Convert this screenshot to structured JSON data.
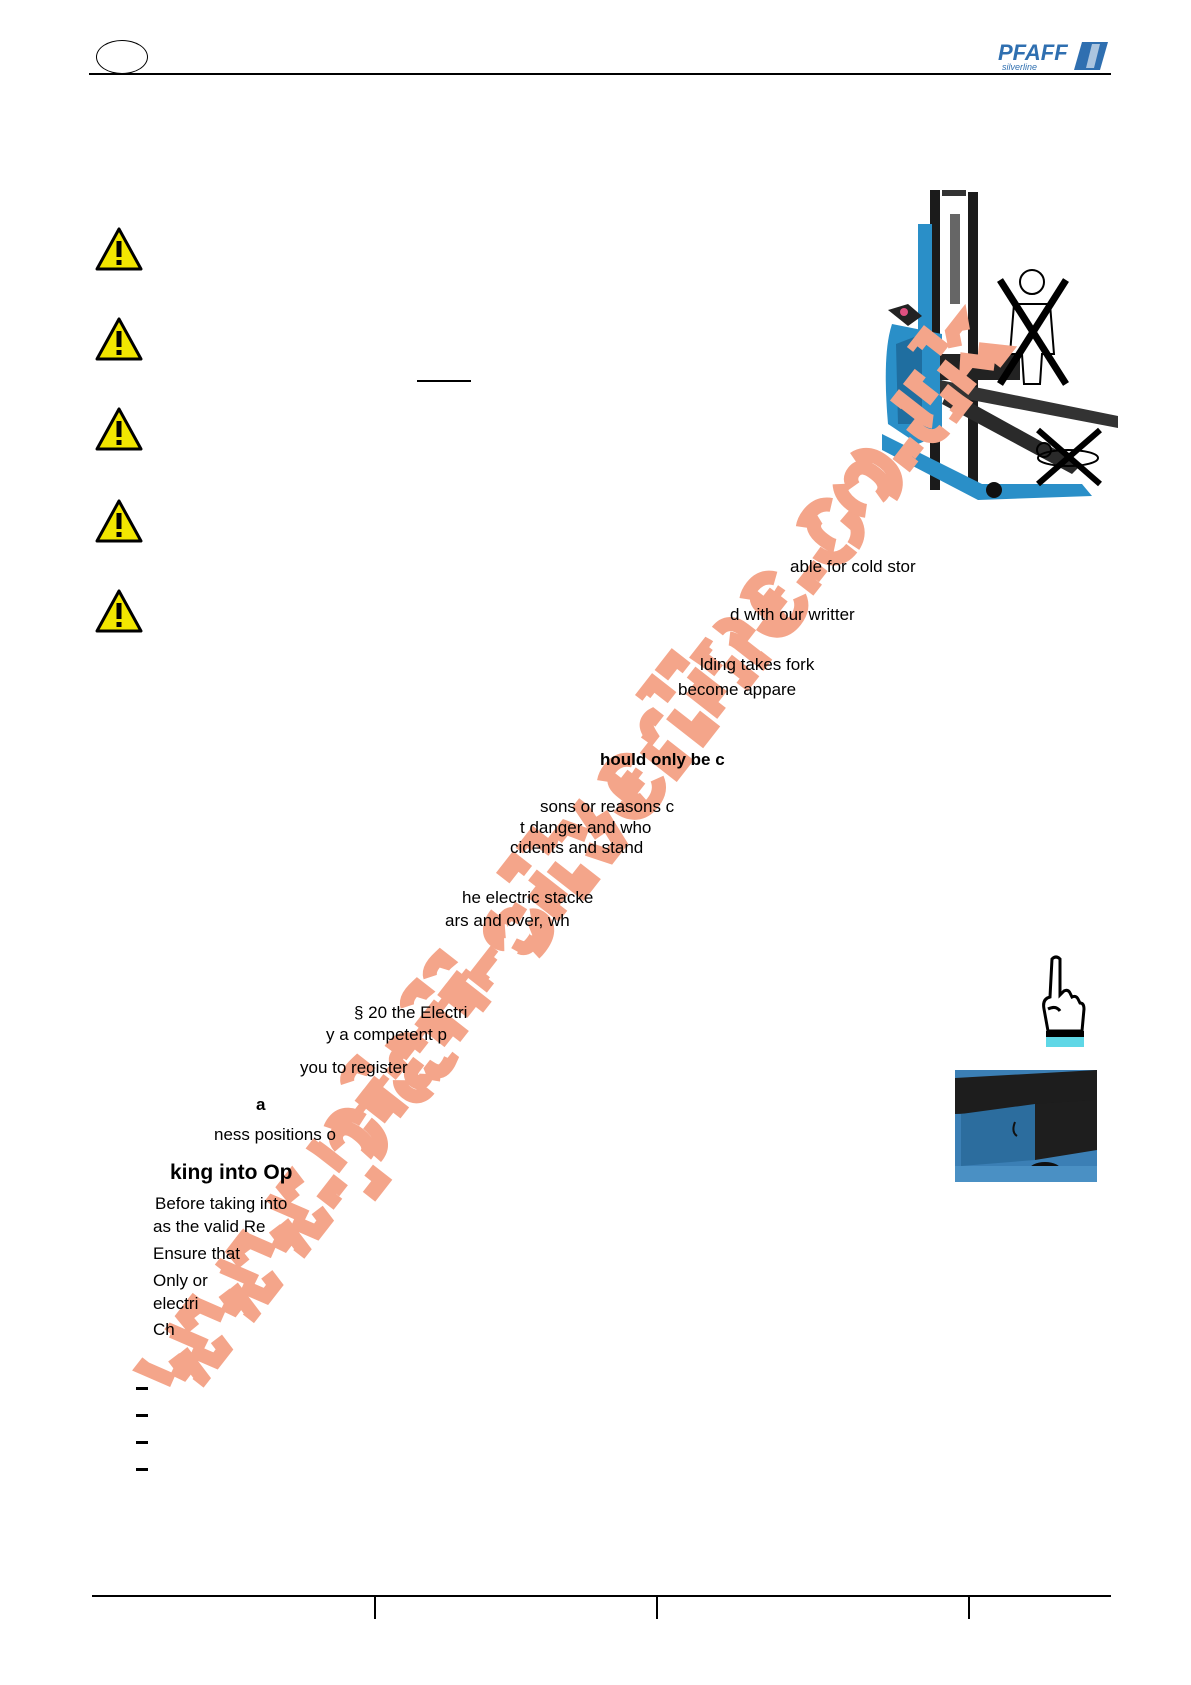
{
  "header": {
    "logo_text": "PFAFF",
    "logo_sub": "silverline"
  },
  "watermark": {
    "text": "www.pfaff-silverline.co.uk",
    "color": "#f4a58a"
  },
  "colors": {
    "rule": "#000000",
    "warning_yellow": "#f2e600",
    "stacker_blue": "#2a8fc8",
    "pointer_cyan": "#5fd7e6",
    "logo_blue": "#2f6fb0"
  },
  "body": {
    "frag1": "able for cold stor",
    "frag2": "d with our writter",
    "frag3": "lding takes fork",
    "frag4": "become appare",
    "frag5": "hould only be c",
    "frag6": "sons or reasons c",
    "frag7": "t danger and who",
    "frag8": "cidents and stand",
    "frag9": "he electric stacke",
    "frag10": "ars and over, wh",
    "frag11": "§ 20 the Electri",
    "frag12": "y a competent p",
    "frag13": "you to register",
    "frag14": "a",
    "frag15": "ness positions o",
    "heading": "king into Op",
    "frag16": "Before taking into",
    "frag17": "as the valid Re",
    "frag18": "Ensure that",
    "frag19": "Only or",
    "frag20": "electri",
    "frag21": "Ch"
  },
  "icons": {
    "warning": "warning-triangle-icon",
    "pointer": "pointing-hand-icon"
  }
}
